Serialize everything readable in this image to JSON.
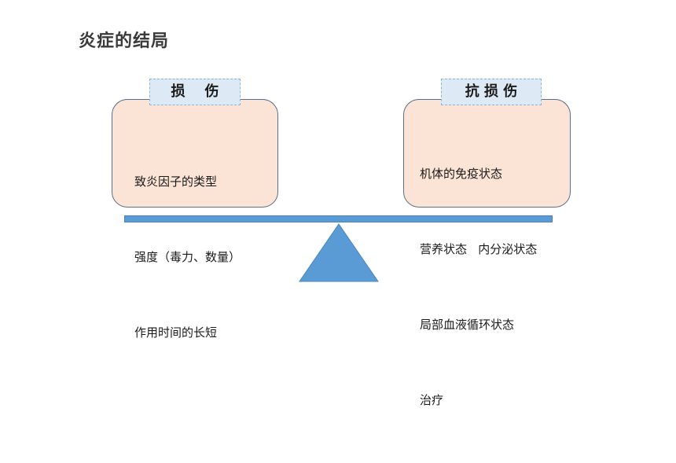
{
  "title": "炎症的结局",
  "left": {
    "tag": "损    伤",
    "items": [
      "致炎因子的类型",
      "强度（毒力、数量）",
      "作用时间的长短"
    ]
  },
  "right": {
    "tag": "抗 损 伤",
    "items": [
      "机体的免疫状态",
      "营养状态   内分泌状态",
      "局部血液循环状态",
      "治疗"
    ]
  },
  "colors": {
    "card_fill": "#fbe4d6",
    "card_border": "#5a6f8c",
    "tag_fill": "#dde9f4",
    "balance_blue": "#5b9bd5"
  }
}
